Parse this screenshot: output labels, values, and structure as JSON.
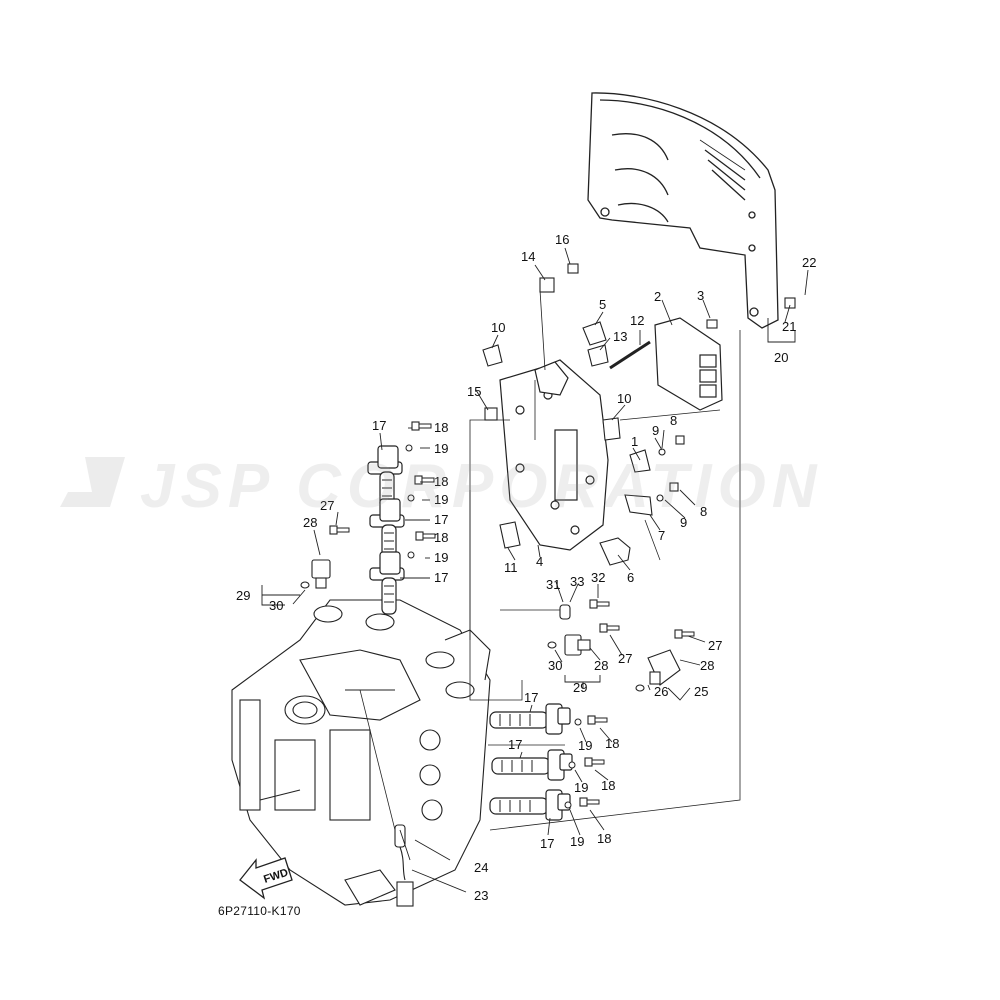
{
  "diagram": {
    "drawing_code": "6P27110-K170",
    "fwd_label": "FWD",
    "watermark_text": "JSP CORPORATION",
    "callouts": [
      {
        "id": "c1",
        "label": "1"
      },
      {
        "id": "c2",
        "label": "2"
      },
      {
        "id": "c3",
        "label": "3"
      },
      {
        "id": "c4",
        "label": "4"
      },
      {
        "id": "c5",
        "label": "5"
      },
      {
        "id": "c6",
        "label": "6"
      },
      {
        "id": "c7",
        "label": "7"
      },
      {
        "id": "c8a",
        "label": "8"
      },
      {
        "id": "c8b",
        "label": "8"
      },
      {
        "id": "c9a",
        "label": "9"
      },
      {
        "id": "c9b",
        "label": "9"
      },
      {
        "id": "c10a",
        "label": "10"
      },
      {
        "id": "c10b",
        "label": "10"
      },
      {
        "id": "c11",
        "label": "11"
      },
      {
        "id": "c12",
        "label": "12"
      },
      {
        "id": "c13",
        "label": "13"
      },
      {
        "id": "c14",
        "label": "14"
      },
      {
        "id": "c15",
        "label": "15"
      },
      {
        "id": "c16",
        "label": "16"
      },
      {
        "id": "c17a",
        "label": "17"
      },
      {
        "id": "c17b",
        "label": "17"
      },
      {
        "id": "c17c",
        "label": "17"
      },
      {
        "id": "c17d",
        "label": "17"
      },
      {
        "id": "c17e",
        "label": "17"
      },
      {
        "id": "c17f",
        "label": "17"
      },
      {
        "id": "c18a",
        "label": "18"
      },
      {
        "id": "c18b",
        "label": "18"
      },
      {
        "id": "c18c",
        "label": "18"
      },
      {
        "id": "c18d",
        "label": "18"
      },
      {
        "id": "c18e",
        "label": "18"
      },
      {
        "id": "c18f",
        "label": "18"
      },
      {
        "id": "c19a",
        "label": "19"
      },
      {
        "id": "c19b",
        "label": "19"
      },
      {
        "id": "c19c",
        "label": "19"
      },
      {
        "id": "c19d",
        "label": "19"
      },
      {
        "id": "c19e",
        "label": "19"
      },
      {
        "id": "c19f",
        "label": "19"
      },
      {
        "id": "c20",
        "label": "20"
      },
      {
        "id": "c21",
        "label": "21"
      },
      {
        "id": "c22",
        "label": "22"
      },
      {
        "id": "c23",
        "label": "23"
      },
      {
        "id": "c24",
        "label": "24"
      },
      {
        "id": "c25",
        "label": "25"
      },
      {
        "id": "c26",
        "label": "26"
      },
      {
        "id": "c27a",
        "label": "27"
      },
      {
        "id": "c27b",
        "label": "27"
      },
      {
        "id": "c27c",
        "label": "27"
      },
      {
        "id": "c28a",
        "label": "28"
      },
      {
        "id": "c28b",
        "label": "28"
      },
      {
        "id": "c28c",
        "label": "28"
      },
      {
        "id": "c29a",
        "label": "29"
      },
      {
        "id": "c29b",
        "label": "29"
      },
      {
        "id": "c30a",
        "label": "30"
      },
      {
        "id": "c30b",
        "label": "30"
      },
      {
        "id": "c31",
        "label": "31"
      },
      {
        "id": "c32",
        "label": "32"
      },
      {
        "id": "c33",
        "label": "33"
      }
    ]
  }
}
